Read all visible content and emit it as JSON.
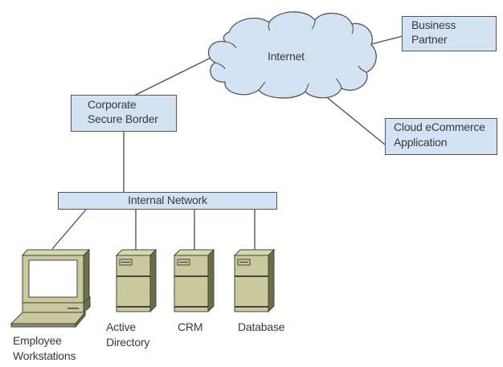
{
  "diagram": {
    "title": "Network topology",
    "nodes": {
      "internet": {
        "label": "Internet",
        "shape": "cloud"
      },
      "business_partner": {
        "label_line1": "Business",
        "label_line2": "Partner"
      },
      "cloud_ecommerce": {
        "label_line1": "Cloud eCommerce",
        "label_line2": "Application"
      },
      "corporate_border": {
        "label_line1": "Corporate",
        "label_line2": "Secure Border"
      },
      "internal_network": {
        "label": "Internal Network"
      },
      "workstations": {
        "label_line1": "Employee",
        "label_line2": "Workstations",
        "icon": "computer-icon"
      },
      "active_directory": {
        "label_line1": "Active",
        "label_line2": "Directory",
        "icon": "server-icon"
      },
      "crm": {
        "label": "CRM",
        "icon": "server-icon"
      },
      "database": {
        "label": "Database",
        "icon": "server-icon"
      }
    },
    "edges": [
      [
        "internet",
        "business_partner"
      ],
      [
        "internet",
        "cloud_ecommerce"
      ],
      [
        "internet",
        "corporate_border"
      ],
      [
        "corporate_border",
        "internal_network"
      ],
      [
        "internal_network",
        "workstations"
      ],
      [
        "internal_network",
        "active_directory"
      ],
      [
        "internal_network",
        "crm"
      ],
      [
        "internal_network",
        "database"
      ]
    ],
    "colors": {
      "box_fill": "#d4e3f3",
      "outline": "#555555",
      "device_fill": "#c9c99d",
      "device_dark": "#6b6e45"
    }
  }
}
